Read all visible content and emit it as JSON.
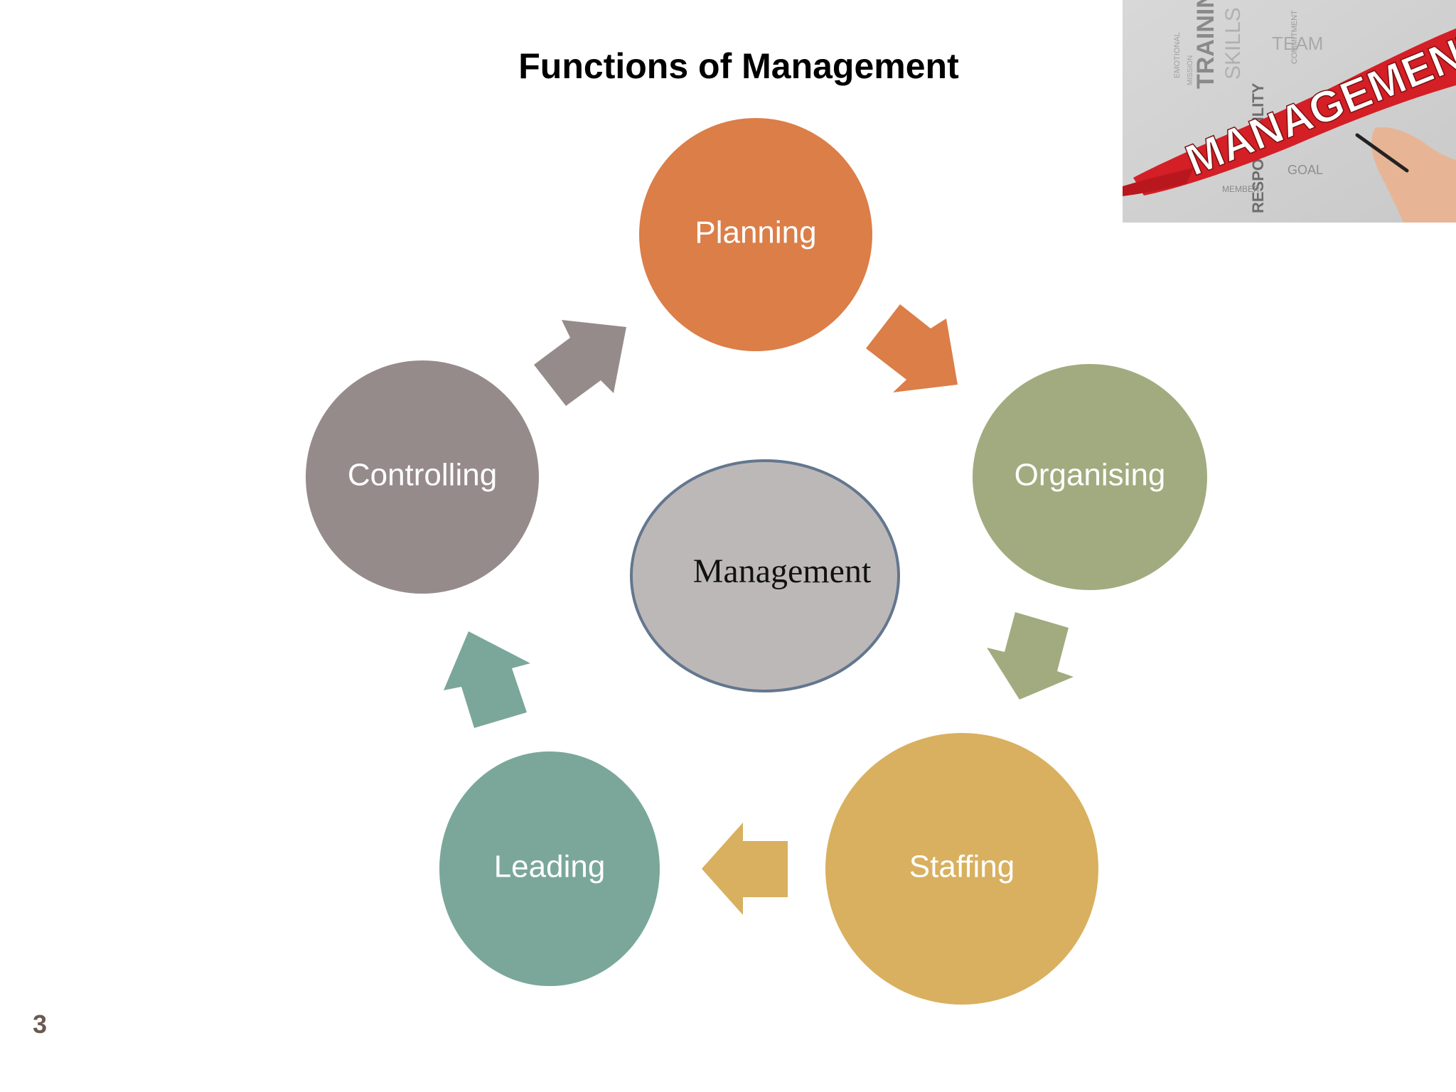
{
  "title": "Functions of Management",
  "center": {
    "label": "Management",
    "fill": "#bdb8b8",
    "stroke": "#63778e"
  },
  "functions": [
    {
      "label": "Planning",
      "color": "#db7e48"
    },
    {
      "label": "Organising",
      "color": "#a2ab7f"
    },
    {
      "label": "Staffing",
      "color": "#d8b05f"
    },
    {
      "label": "Leading",
      "color": "#7aa79a"
    },
    {
      "label": "Controlling",
      "color": "#968b8b"
    }
  ],
  "image": {
    "lettering": [
      "MANAGEMENT",
      "TRAINING",
      "SKILLS",
      "TEAM",
      "RESPONSIBILITY",
      "COMMITMENT",
      "MISSION",
      "MEMBER",
      "EMOTIONAL",
      "GOAL"
    ]
  },
  "page_number": "3"
}
